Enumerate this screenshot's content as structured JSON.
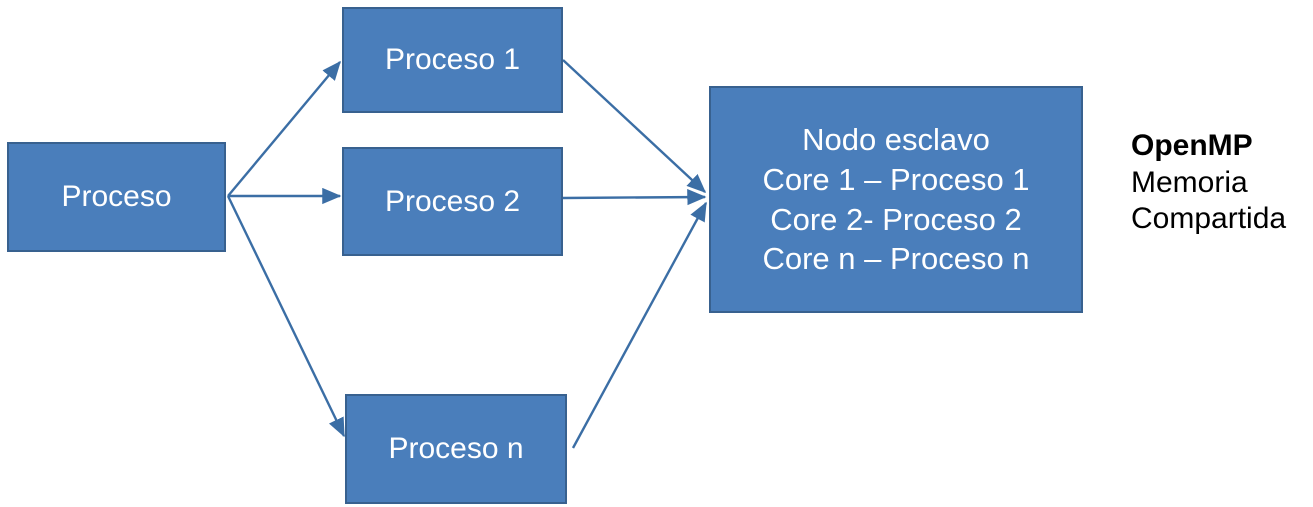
{
  "diagram": {
    "title_text": "",
    "colors": {
      "box_fill": "#4A7EBB",
      "box_border": "#38618F",
      "box_text": "#FFFFFF",
      "arrow": "#3B6EA5",
      "note_text": "#000000",
      "background": "#FFFFFF"
    },
    "nodes": [
      {
        "id": "proceso",
        "label": "Proceso"
      },
      {
        "id": "proceso_1",
        "label": "Proceso 1"
      },
      {
        "id": "proceso_2",
        "label": "Proceso 2"
      },
      {
        "id": "proceso_n",
        "label": "Proceso n"
      }
    ],
    "slave_node": {
      "line1": "Nodo esclavo",
      "line2": "Core 1 – Proceso 1",
      "line3": "Core 2- Proceso 2",
      "line4": "Core n – Proceso n"
    },
    "side_note": {
      "title": "OpenMP",
      "line1": "Memoria",
      "line2": "Compartida"
    },
    "connections": [
      {
        "from": "proceso",
        "to": "proceso_1",
        "kind": "arrow"
      },
      {
        "from": "proceso",
        "to": "proceso_2",
        "kind": "arrow"
      },
      {
        "from": "proceso",
        "to": "proceso_n",
        "kind": "arrow"
      },
      {
        "from": "proceso_1",
        "to": "slave_node",
        "kind": "arrow"
      },
      {
        "from": "proceso_2",
        "to": "slave_node",
        "kind": "arrow"
      },
      {
        "from": "proceso_n",
        "to": "slave_node",
        "kind": "arrow"
      }
    ]
  }
}
